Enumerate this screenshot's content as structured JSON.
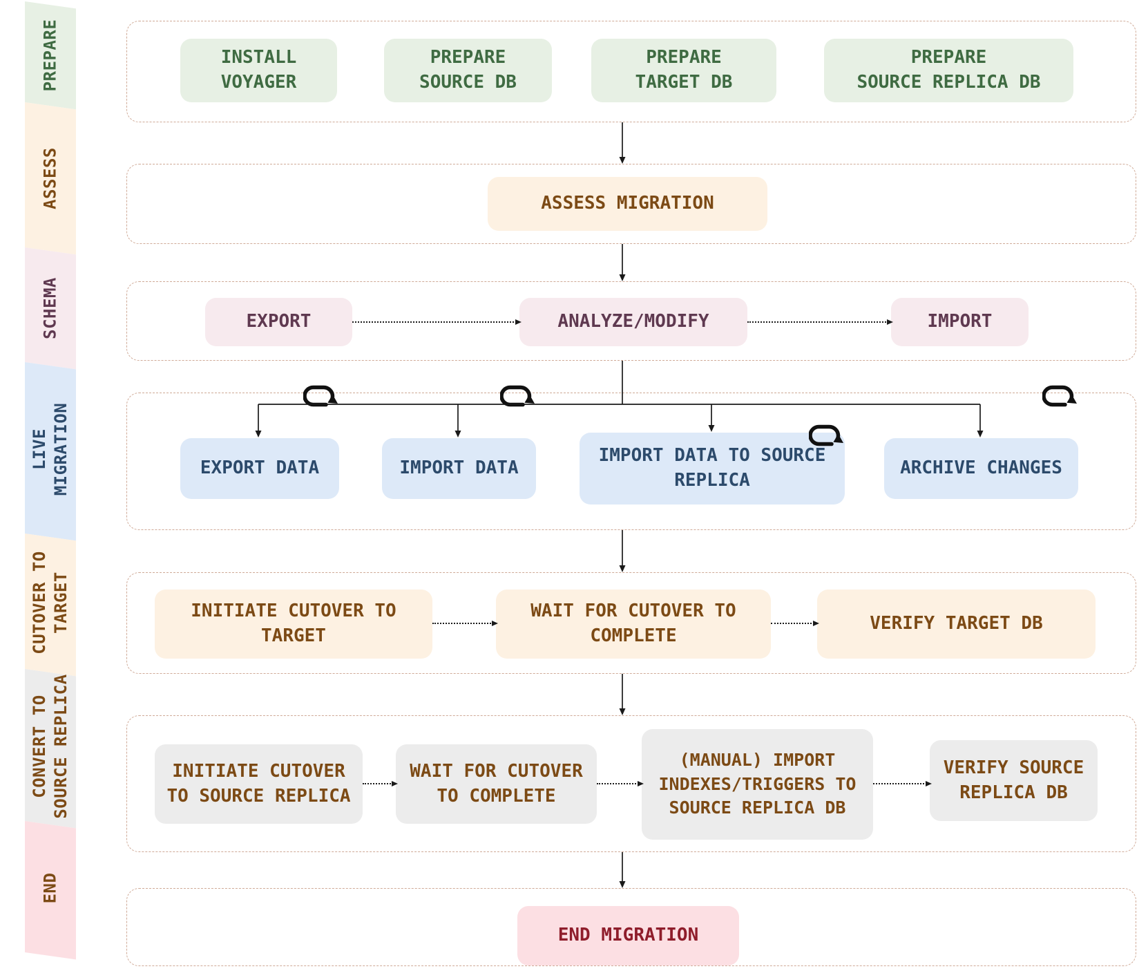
{
  "sidebar": {
    "phases": [
      {
        "label": "PREPARE",
        "bg": "#e7f0e4",
        "color": "#3f6b42"
      },
      {
        "label": "ASSESS",
        "bg": "#fdf1e2",
        "color": "#7c4a15"
      },
      {
        "label": "SCHEMA",
        "bg": "#f7eaee",
        "color": "#5f3950"
      },
      {
        "label": "LIVE\nMIGRATION",
        "bg": "#dde9f8",
        "color": "#2c4a6b"
      },
      {
        "label": "CUTOVER TO\nTARGET",
        "bg": "#fdf1e2",
        "color": "#7c4a15"
      },
      {
        "label": "CONVERT TO\nSOURCE REPLICA",
        "bg": "#ececec",
        "color": "#7c4a15"
      },
      {
        "label": "END",
        "bg": "#fcdfe3",
        "color": "#7c4a15"
      }
    ]
  },
  "rows": [
    {
      "phase": "prepare",
      "boxes": [
        {
          "label": "INSTALL\nVOYAGER"
        },
        {
          "label": "PREPARE\nSOURCE DB"
        },
        {
          "label": "PREPARE\nTARGET DB"
        },
        {
          "label": "PREPARE\nSOURCE REPLICA DB"
        }
      ]
    },
    {
      "phase": "assess",
      "boxes": [
        {
          "label": "ASSESS MIGRATION"
        }
      ]
    },
    {
      "phase": "schema",
      "boxes": [
        {
          "label": "EXPORT"
        },
        {
          "label": "ANALYZE/MODIFY"
        },
        {
          "label": "IMPORT"
        }
      ]
    },
    {
      "phase": "live-migration",
      "boxes": [
        {
          "label": "EXPORT DATA",
          "loop": true
        },
        {
          "label": "IMPORT DATA",
          "loop": true
        },
        {
          "label": "IMPORT DATA TO SOURCE\nREPLICA",
          "loop": true
        },
        {
          "label": "ARCHIVE CHANGES",
          "loop": true
        }
      ]
    },
    {
      "phase": "cutover-to-target",
      "boxes": [
        {
          "label": "INITIATE CUTOVER TO\nTARGET"
        },
        {
          "label": "WAIT FOR CUTOVER TO\nCOMPLETE"
        },
        {
          "label": "VERIFY TARGET DB"
        }
      ]
    },
    {
      "phase": "convert-to-source-replica",
      "boxes": [
        {
          "label": "INITIATE CUTOVER\nTO SOURCE REPLICA"
        },
        {
          "label": "WAIT FOR CUTOVER\nTO COMPLETE"
        },
        {
          "label": "(MANUAL) IMPORT\nINDEXES/TRIGGERS TO\nSOURCE REPLICA DB"
        },
        {
          "label": "VERIFY SOURCE\nREPLICA DB"
        }
      ]
    },
    {
      "phase": "end",
      "boxes": [
        {
          "label": "END MIGRATION"
        }
      ]
    }
  ],
  "colors": {
    "row_border": "#cfa996",
    "connector": "#1a1a1a",
    "prepare_bg": "#e7f0e4",
    "prepare_text": "#3f6b42",
    "assess_bg": "#fdf1e2",
    "assess_text": "#7c4a15",
    "schema_bg": "#f7eaee",
    "schema_text": "#5f3950",
    "live_bg": "#dde9f8",
    "live_text": "#2c4a6b",
    "convert_bg": "#ececec",
    "convert_text": "#7c4a15",
    "end_bg": "#fcdfe3",
    "end_text": "#8f1d2b"
  }
}
